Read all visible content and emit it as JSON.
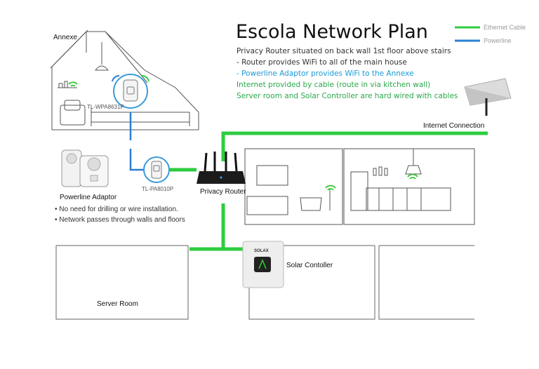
{
  "title": "Escola Network Plan",
  "legend": [
    {
      "label": "Ethernet Cable",
      "color": "#2ecc40"
    },
    {
      "label": "Powerline",
      "color": "#2a7fd4"
    }
  ],
  "notes": [
    {
      "text": "Privacy Router situated on back wall 1st floor above stairs",
      "color": "#333333"
    },
    {
      "text": " - Router provides WiFi to all of the main house",
      "color": "#333333"
    },
    {
      "text": " - Powerline Adaptor provides WiFi to the Annexe",
      "color": "#1a9ad6"
    },
    {
      "text": "Internet provided by cable (route in via kitchen wall)",
      "color": "#2aa84a"
    },
    {
      "text": "Server room and Solar Controller are hard wired with cables",
      "color": "#2aa84a"
    }
  ],
  "labels": {
    "annexe": "Annexe",
    "wpa_model": "TL-WPA8631P",
    "pa_model": "TL-PA8010P",
    "router": "Privacy Router",
    "internet": "Internet Connection",
    "powerline_adaptor": "Powerline Adaptor",
    "server_room": "Server Room",
    "solar": "Solar Contoller",
    "solax_brand": "SOLAX"
  },
  "features": [
    "• No need for drilling or wire installation.",
    "• Network passes through walls and floors"
  ],
  "colors": {
    "ethernet": "#2ecc40",
    "powerline": "#2a7fd4",
    "wifi": "#35c435",
    "sketch": "#444444"
  },
  "icons": [
    "house-sketch",
    "wifi-icon",
    "router-icon",
    "satellite-dish-icon",
    "powerline-plug-icon",
    "solar-inverter-icon"
  ]
}
